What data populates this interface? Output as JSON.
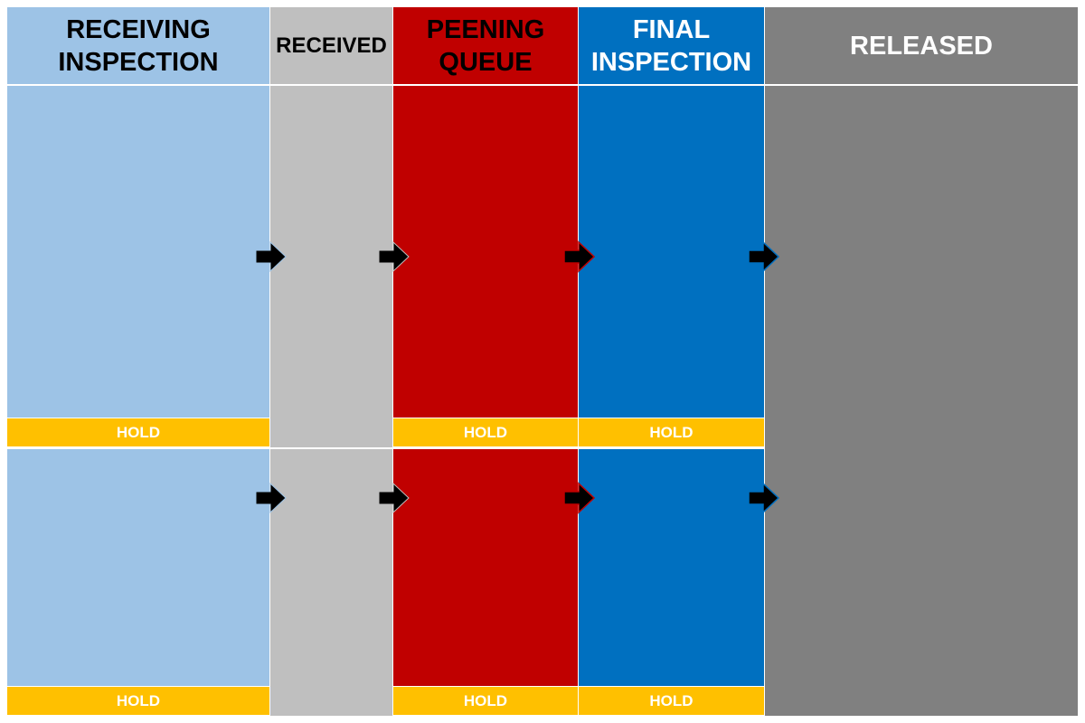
{
  "colors": {
    "receiving": "#9dc3e6",
    "received": "#bfbfbf",
    "peening": "#c00000",
    "final": "#0070c0",
    "released": "#808080",
    "hold": "#ffc000"
  },
  "columns": [
    {
      "id": "receiving",
      "title": "RECEIVING\nINSPECTION"
    },
    {
      "id": "received",
      "title": "RECEIVED"
    },
    {
      "id": "peening",
      "title": "PEENING\nQUEUE"
    },
    {
      "id": "final",
      "title": "FINAL\nINSPECTION"
    },
    {
      "id": "released",
      "title": "RELEASED"
    }
  ],
  "hold_label": "HOLD"
}
